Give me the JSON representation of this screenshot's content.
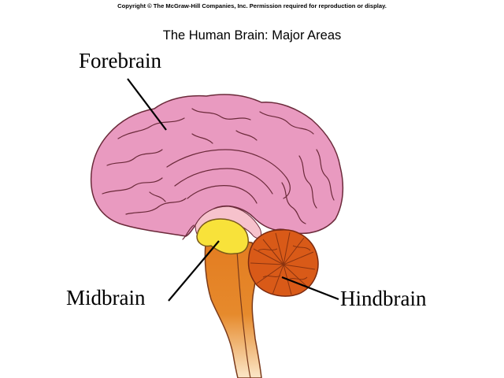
{
  "copyright": "Copyright © The McGraw-Hill Companies, Inc. Permission required for reproduction or display.",
  "title": "The Human Brain: Major Areas",
  "regions": {
    "forebrain": "Forebrain",
    "midbrain": "Midbrain",
    "hindbrain": "Hindbrain"
  },
  "colors": {
    "forebrain": "#e99ac0",
    "forebrain_inner": "#f6c2cc",
    "midbrain": "#f8e23a",
    "hindbrain": "#d95a18",
    "brainstem": "#e37b20",
    "brainstem_tail": "#f6d09a",
    "outline": "#6b2a3a"
  }
}
